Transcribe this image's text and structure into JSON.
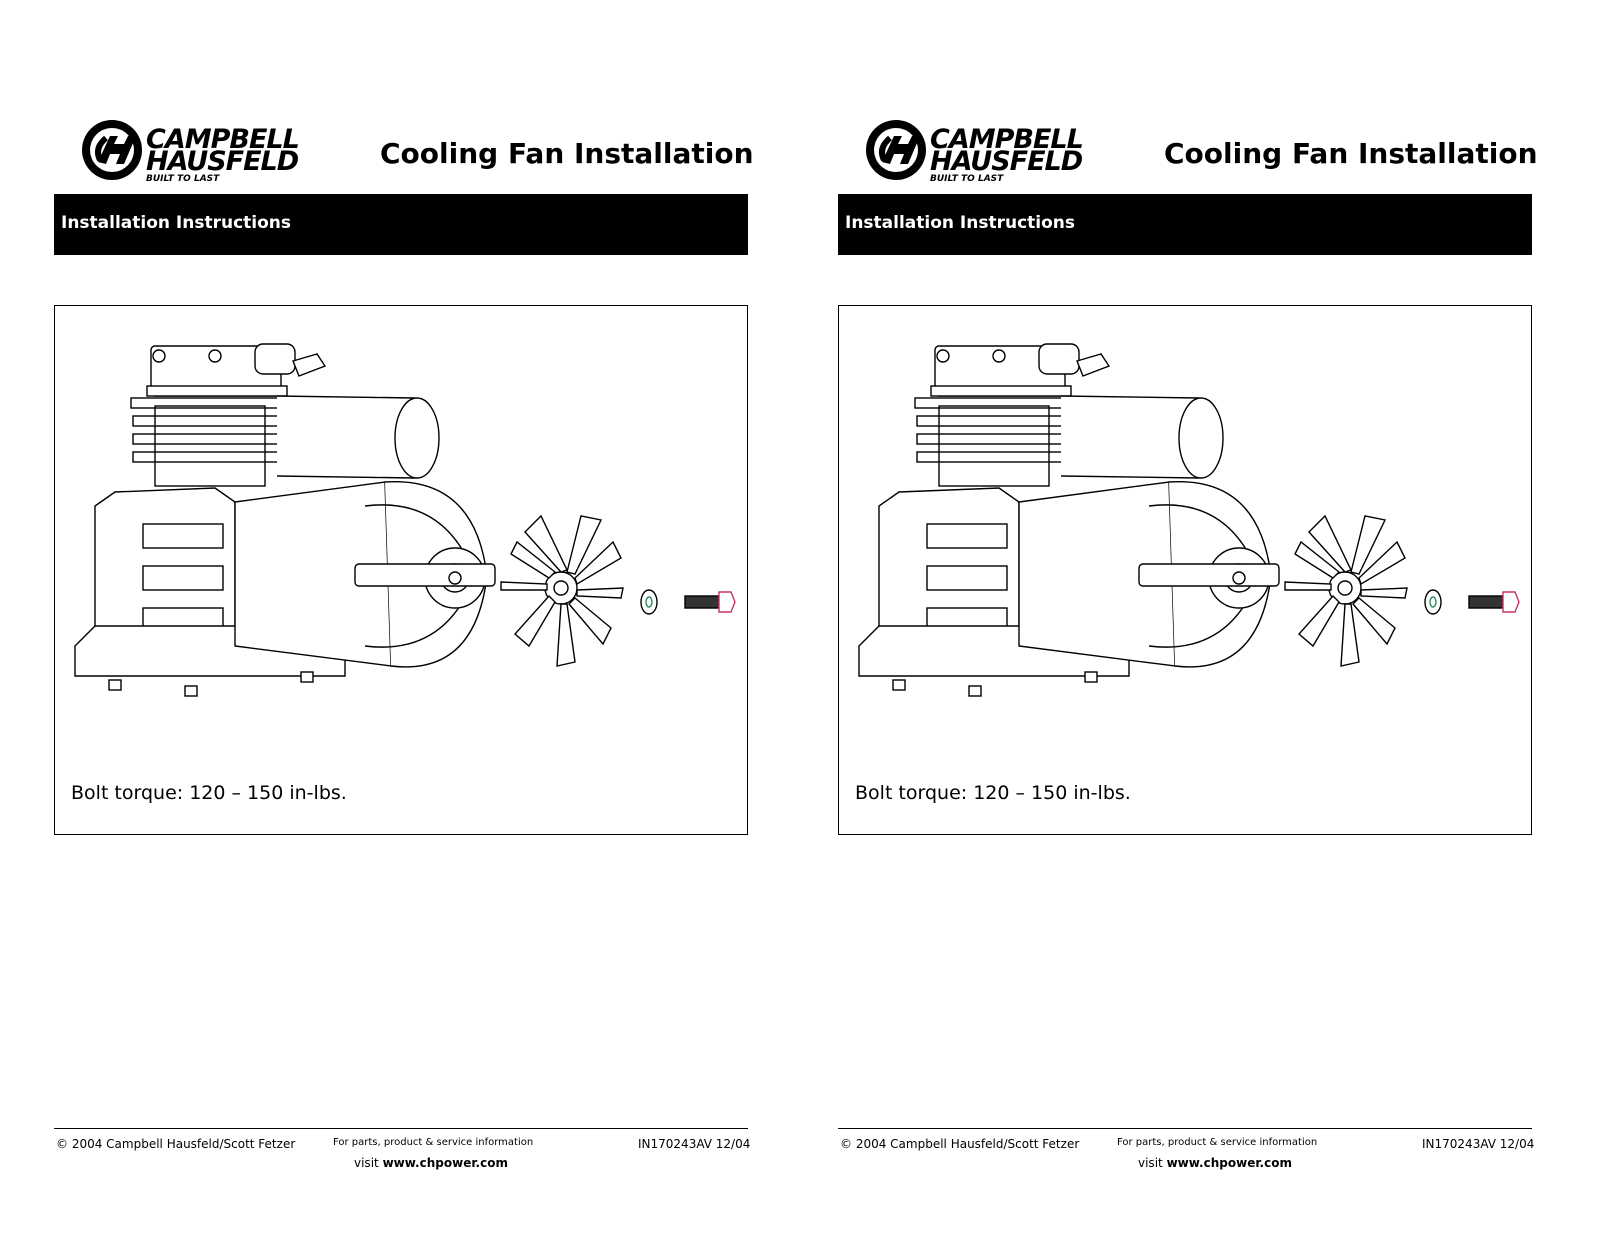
{
  "pages": [
    {
      "brand": {
        "line1": "CAMPBELL",
        "line2": "HAUSFELD",
        "tagline": "BUILT TO LAST"
      },
      "title": "Cooling Fan Installation",
      "section_header": "Installation Instructions",
      "caption": "Bolt torque: 120 – 150 in-lbs.",
      "footer": {
        "copyright": "© 2004 Campbell Hausfeld/Scott Fetzer",
        "parts_info": "For parts, product & service information",
        "visit_prefix": "visit",
        "website": "www.chpower.com",
        "doc_code": "IN170243AV  12/04"
      }
    },
    {
      "brand": {
        "line1": "CAMPBELL",
        "line2": "HAUSFELD",
        "tagline": "BUILT TO LAST"
      },
      "title": "Cooling Fan Installation",
      "section_header": "Installation Instructions",
      "caption": "Bolt torque: 120 – 150 in-lbs.",
      "footer": {
        "copyright": "© 2004 Campbell Hausfeld/Scott Fetzer",
        "parts_info": "For parts, product & service information",
        "visit_prefix": "visit",
        "website": "www.chpower.com",
        "doc_code": "IN170243AV  12/04"
      }
    }
  ],
  "colors": {
    "bar": "#000000",
    "bar_text": "#ffffff",
    "washer_accent": "#2e8b57",
    "bolt_accent": "#cc3366"
  }
}
